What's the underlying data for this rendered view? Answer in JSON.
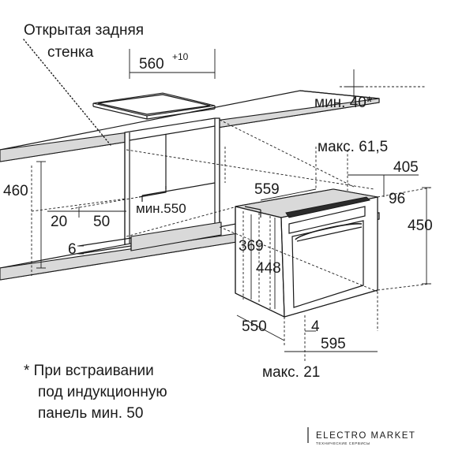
{
  "labels": {
    "back_wall_line1": "Открытая задняя",
    "back_wall_line2": "стенка",
    "width_cutout": "560",
    "width_cutout_tol": "+10",
    "min_top": "мин. 40*",
    "max_depth": "макс. 61,5",
    "oven_depth_total": "405",
    "niche_height": "460",
    "depth_559": "559",
    "dim_96": "96",
    "height_450": "450",
    "dim_20": "20",
    "dim_50": "50",
    "min_550": "мин.550",
    "dim_6": "6",
    "dim_369": "369",
    "dim_448": "448",
    "dim_550": "550",
    "dim_4": "4",
    "dim_595": "595",
    "max_21": "макс. 21"
  },
  "footnote": {
    "line1": "* При встраивании",
    "line2": "под индукционную",
    "line3": "панель мин. 50"
  },
  "watermark": {
    "brand": "ELECTRO MARKET",
    "sub": "ТЕХНИЧЕСКИЕ СЕРВИСЫ"
  }
}
